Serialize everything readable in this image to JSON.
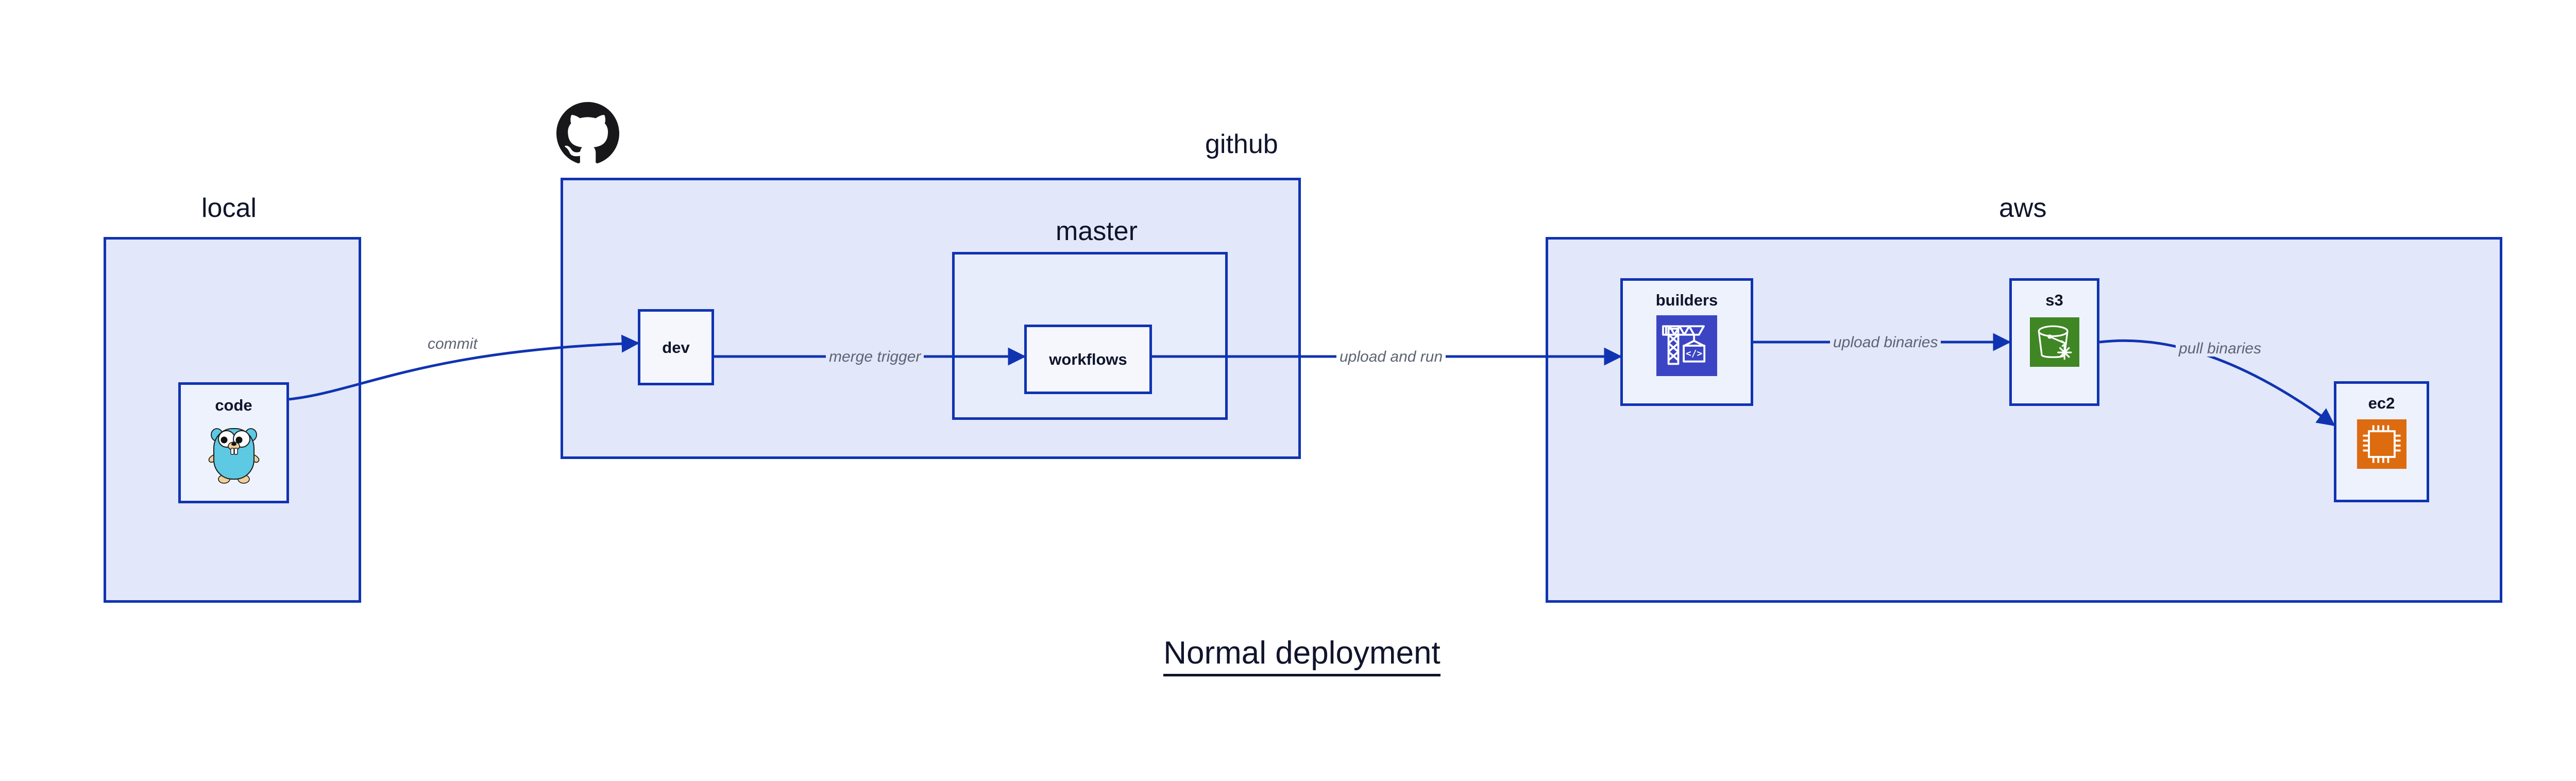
{
  "diagram": {
    "title": "Normal deployment",
    "accent_border": "#1033b2",
    "group_fill": "#e2e7f9",
    "node_fill": "#eef2fd",
    "label_color": "#10142b",
    "edge_label_color": "#5d6472"
  },
  "groups": [
    {
      "id": "local",
      "label": "local"
    },
    {
      "id": "github",
      "label": "github"
    },
    {
      "id": "master",
      "label": "master"
    },
    {
      "id": "aws",
      "label": "aws"
    }
  ],
  "nodes": [
    {
      "id": "code",
      "label": "code",
      "icon": "go-gopher-icon",
      "icon_color": "#5dc9e2"
    },
    {
      "id": "dev",
      "label": "dev",
      "icon": "none",
      "icon_color": ""
    },
    {
      "id": "workflows",
      "label": "workflows",
      "icon": "none",
      "icon_color": ""
    },
    {
      "id": "builders",
      "label": "builders",
      "icon": "crane-code-icon",
      "icon_color": "#3b45c4"
    },
    {
      "id": "s3",
      "label": "s3",
      "icon": "s3-bucket-icon",
      "icon_color": "#3f8624"
    },
    {
      "id": "ec2",
      "label": "ec2",
      "icon": "cpu-chip-icon",
      "icon_color": "#dd6b10"
    }
  ],
  "edges": [
    {
      "id": "commit",
      "label": "commit",
      "from": "code",
      "to": "dev"
    },
    {
      "id": "merge-trigger",
      "label": "merge trigger",
      "from": "dev",
      "to": "workflows"
    },
    {
      "id": "upload-and-run",
      "label": "upload and run",
      "from": "workflows",
      "to": "builders"
    },
    {
      "id": "upload-binaries",
      "label": "upload binaries",
      "from": "builders",
      "to": "s3"
    },
    {
      "id": "pull-binaries",
      "label": "pull binaries",
      "from": "s3",
      "to": "ec2"
    }
  ],
  "brand": {
    "github_logo": "github-octocat-icon"
  }
}
